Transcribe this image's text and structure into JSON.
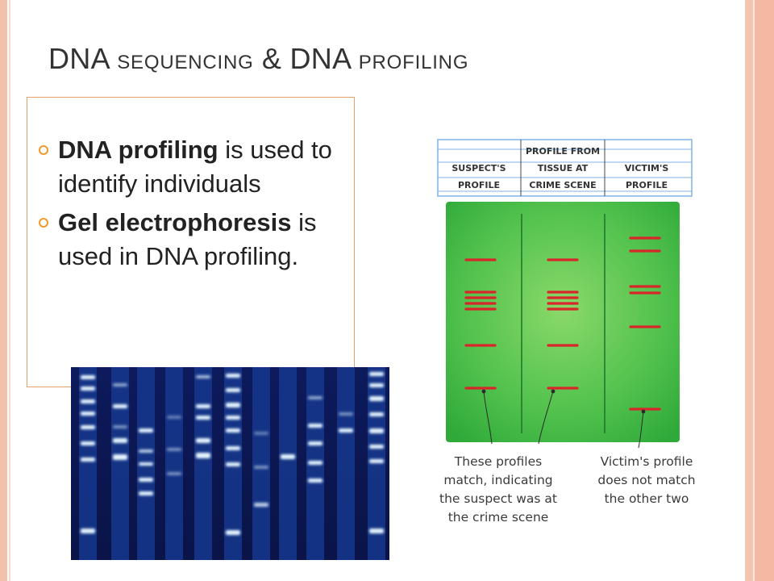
{
  "slide": {
    "title": {
      "part1": "DNA ",
      "part2": "SEQUENCING",
      "part3": " & DNA ",
      "part4": "PROFILING"
    },
    "bullets": [
      {
        "bold": "DNA profiling",
        "rest": " is used to identify individuals"
      },
      {
        "bold": "Gel electrophoresis",
        "rest": " is used in DNA profiling."
      }
    ]
  },
  "figure": {
    "headers": [
      {
        "line1": "",
        "line2": "SUSPECT'S",
        "line3": "PROFILE"
      },
      {
        "line1": "PROFILE FROM",
        "line2": "TISSUE AT",
        "line3": "CRIME SCENE"
      },
      {
        "line1": "",
        "line2": "VICTIM'S",
        "line3": "PROFILE"
      }
    ],
    "caption_left": [
      "These profiles",
      "match, indicating",
      "the suspect was at",
      "the crime scene"
    ],
    "caption_right": [
      "Victim's profile",
      "does not match",
      "the other two"
    ],
    "colors": {
      "gel_green": "#4fc14a",
      "band_red": "#d8262a",
      "grid_blue": "#7fb3e6"
    }
  },
  "colors": {
    "accent_orange": "#f19a2a",
    "border_peach": "#f2c1ab"
  }
}
